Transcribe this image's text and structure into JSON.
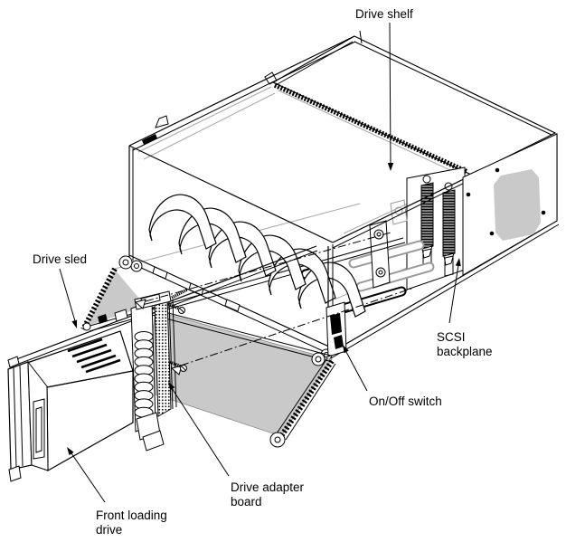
{
  "figure": {
    "labels": {
      "drive_shelf": "Drive shelf",
      "drive_sled": "Drive sled",
      "scsi_backplane": [
        "SCSI",
        "backplane"
      ],
      "on_off_switch": "On/Off switch",
      "drive_adapter_board": [
        "Drive adapter",
        "board"
      ],
      "front_loading_drive": [
        "Front loading",
        "drive"
      ]
    },
    "colors": {
      "line": "#000000",
      "shade": "#c9c9c9",
      "hidden_line": "#a6a6a6",
      "background": "#ffffff"
    }
  }
}
